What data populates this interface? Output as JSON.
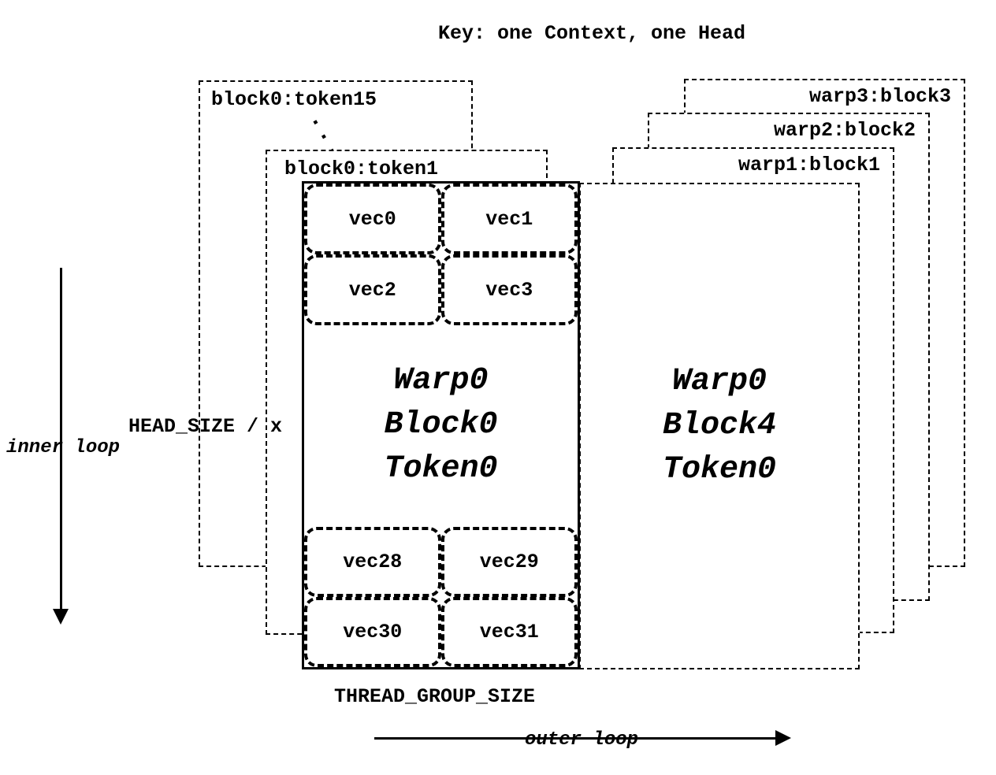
{
  "title": "Key: one Context, one Head",
  "left_stack": {
    "box_token15_label": "block0:token15",
    "dots": "...",
    "box_token1_label": "block0:token1"
  },
  "right_stack": {
    "warp3_label": "warp3:block3",
    "warp2_label": "warp2:block2",
    "warp1_label": "warp1:block1"
  },
  "main_block": {
    "center_lines": [
      "Warp0",
      "Block0",
      "Token0"
    ],
    "top_vecs": [
      "vec0",
      "vec1",
      "vec2",
      "vec3"
    ],
    "bottom_vecs": [
      "vec28",
      "vec29",
      "vec30",
      "vec31"
    ]
  },
  "right_block": {
    "center_lines": [
      "Warp0",
      "Block4",
      "Token0"
    ]
  },
  "annotations": {
    "inner_loop_label": "inner loop",
    "outer_loop_label": "outer loop",
    "head_size_label": "HEAD_SIZE / x",
    "thread_group_size_label": "THREAD_GROUP_SIZE"
  }
}
